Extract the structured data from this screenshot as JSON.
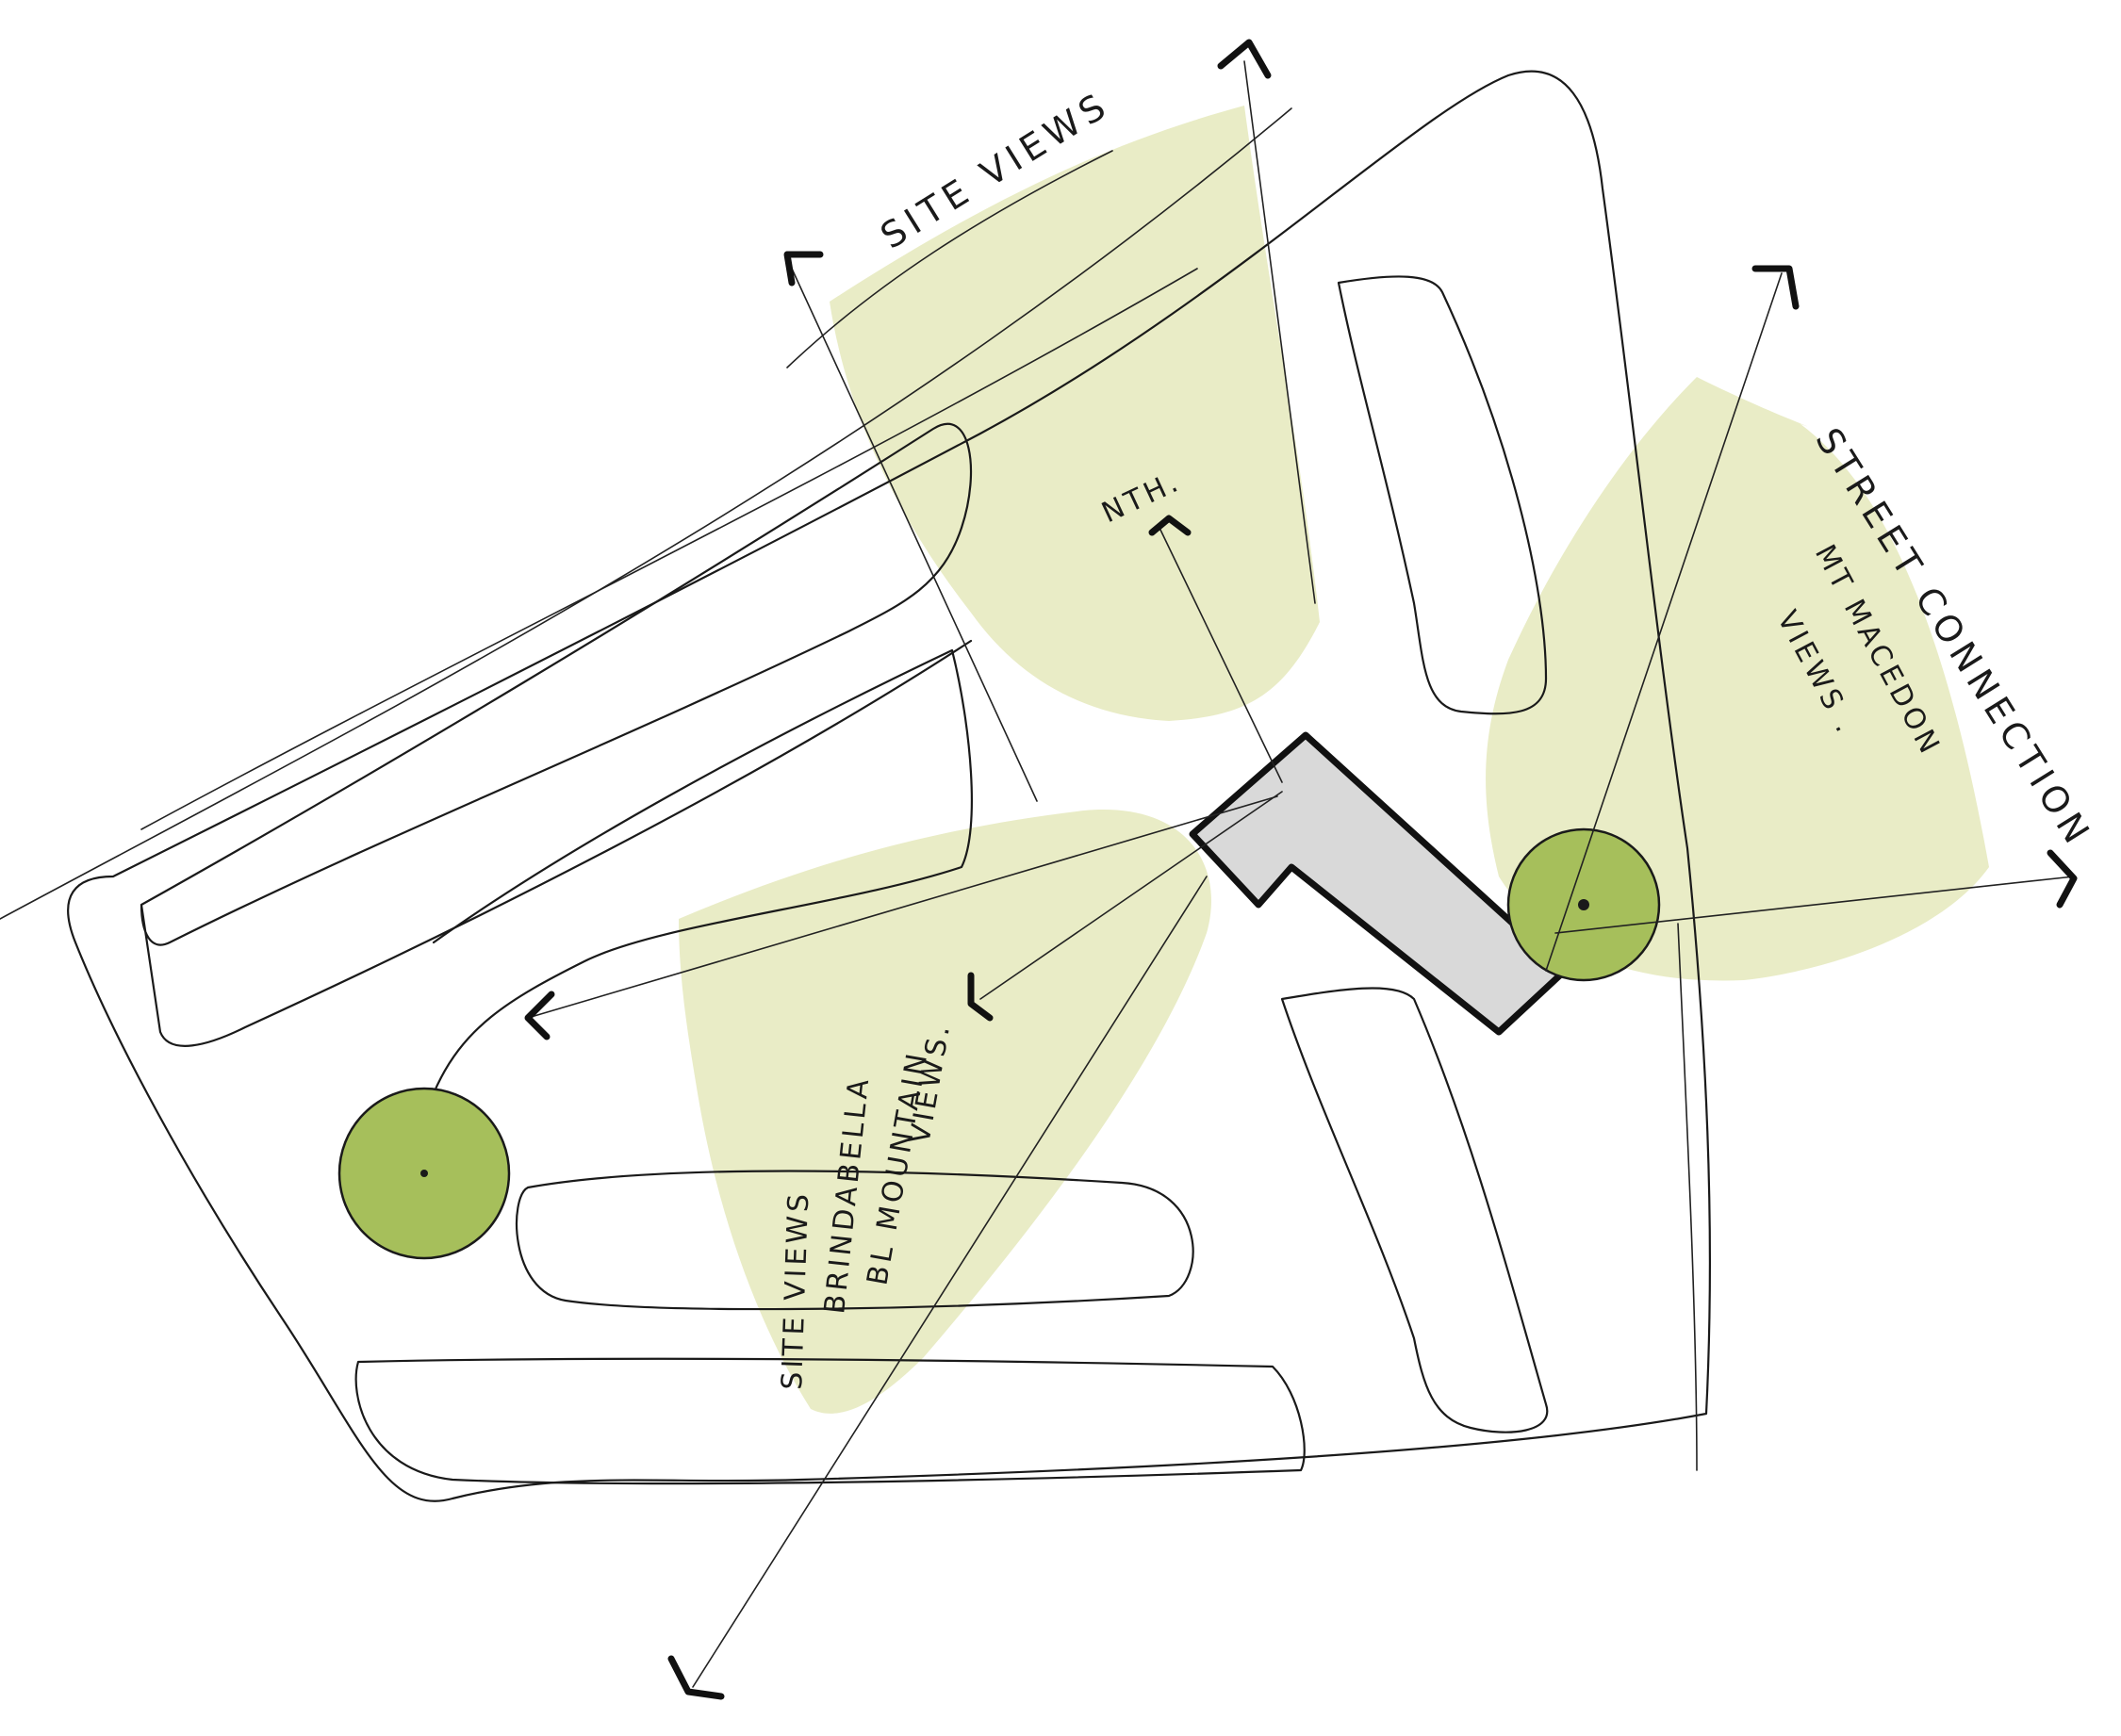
{
  "colors": {
    "view_cone": "#e9ecc6",
    "tree": "#a6bf5b",
    "building": "#d9d9d9",
    "ink": "#1a1a1a"
  },
  "labels": {
    "site_views_top": "SITE VIEWS",
    "north": "NTH.",
    "street_connection": "STREET CONNECTION",
    "mt_views_line1": "MT MACEDON",
    "mt_views_line2": "VIEWS .",
    "sw_line1": "SITE VIEWS",
    "sw_line2": "BRINDABELLA",
    "sw_line3": "BL MOUNTAIN",
    "sw_line4": "VIEWS."
  }
}
